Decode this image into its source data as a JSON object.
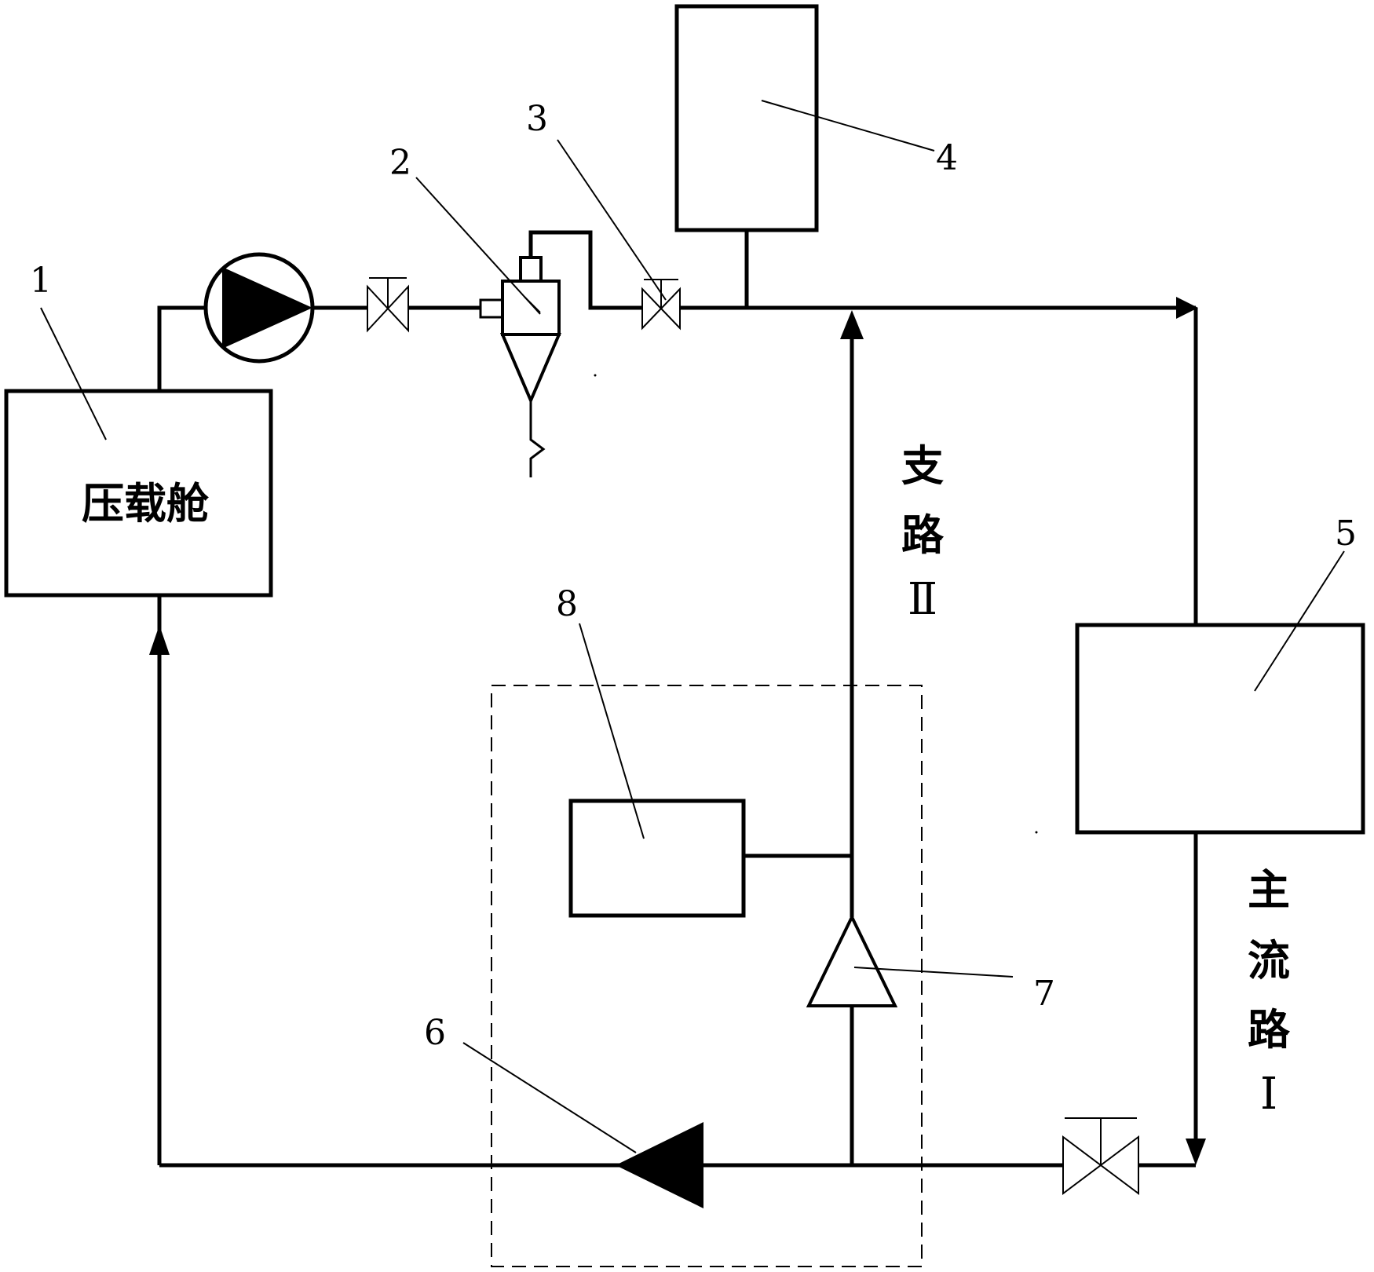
{
  "labels": {
    "n1": "1",
    "n2": "2",
    "n3": "3",
    "n4": "4",
    "n5": "5",
    "n6": "6",
    "n7": "7",
    "n8": "8"
  },
  "tank_label": "压载舱",
  "branch_label": {
    "line1": "支",
    "line2": "路",
    "line3": "Ⅱ"
  },
  "main_label": {
    "line1": "主",
    "line2": "流",
    "line3": "路",
    "line4": "Ⅰ"
  }
}
